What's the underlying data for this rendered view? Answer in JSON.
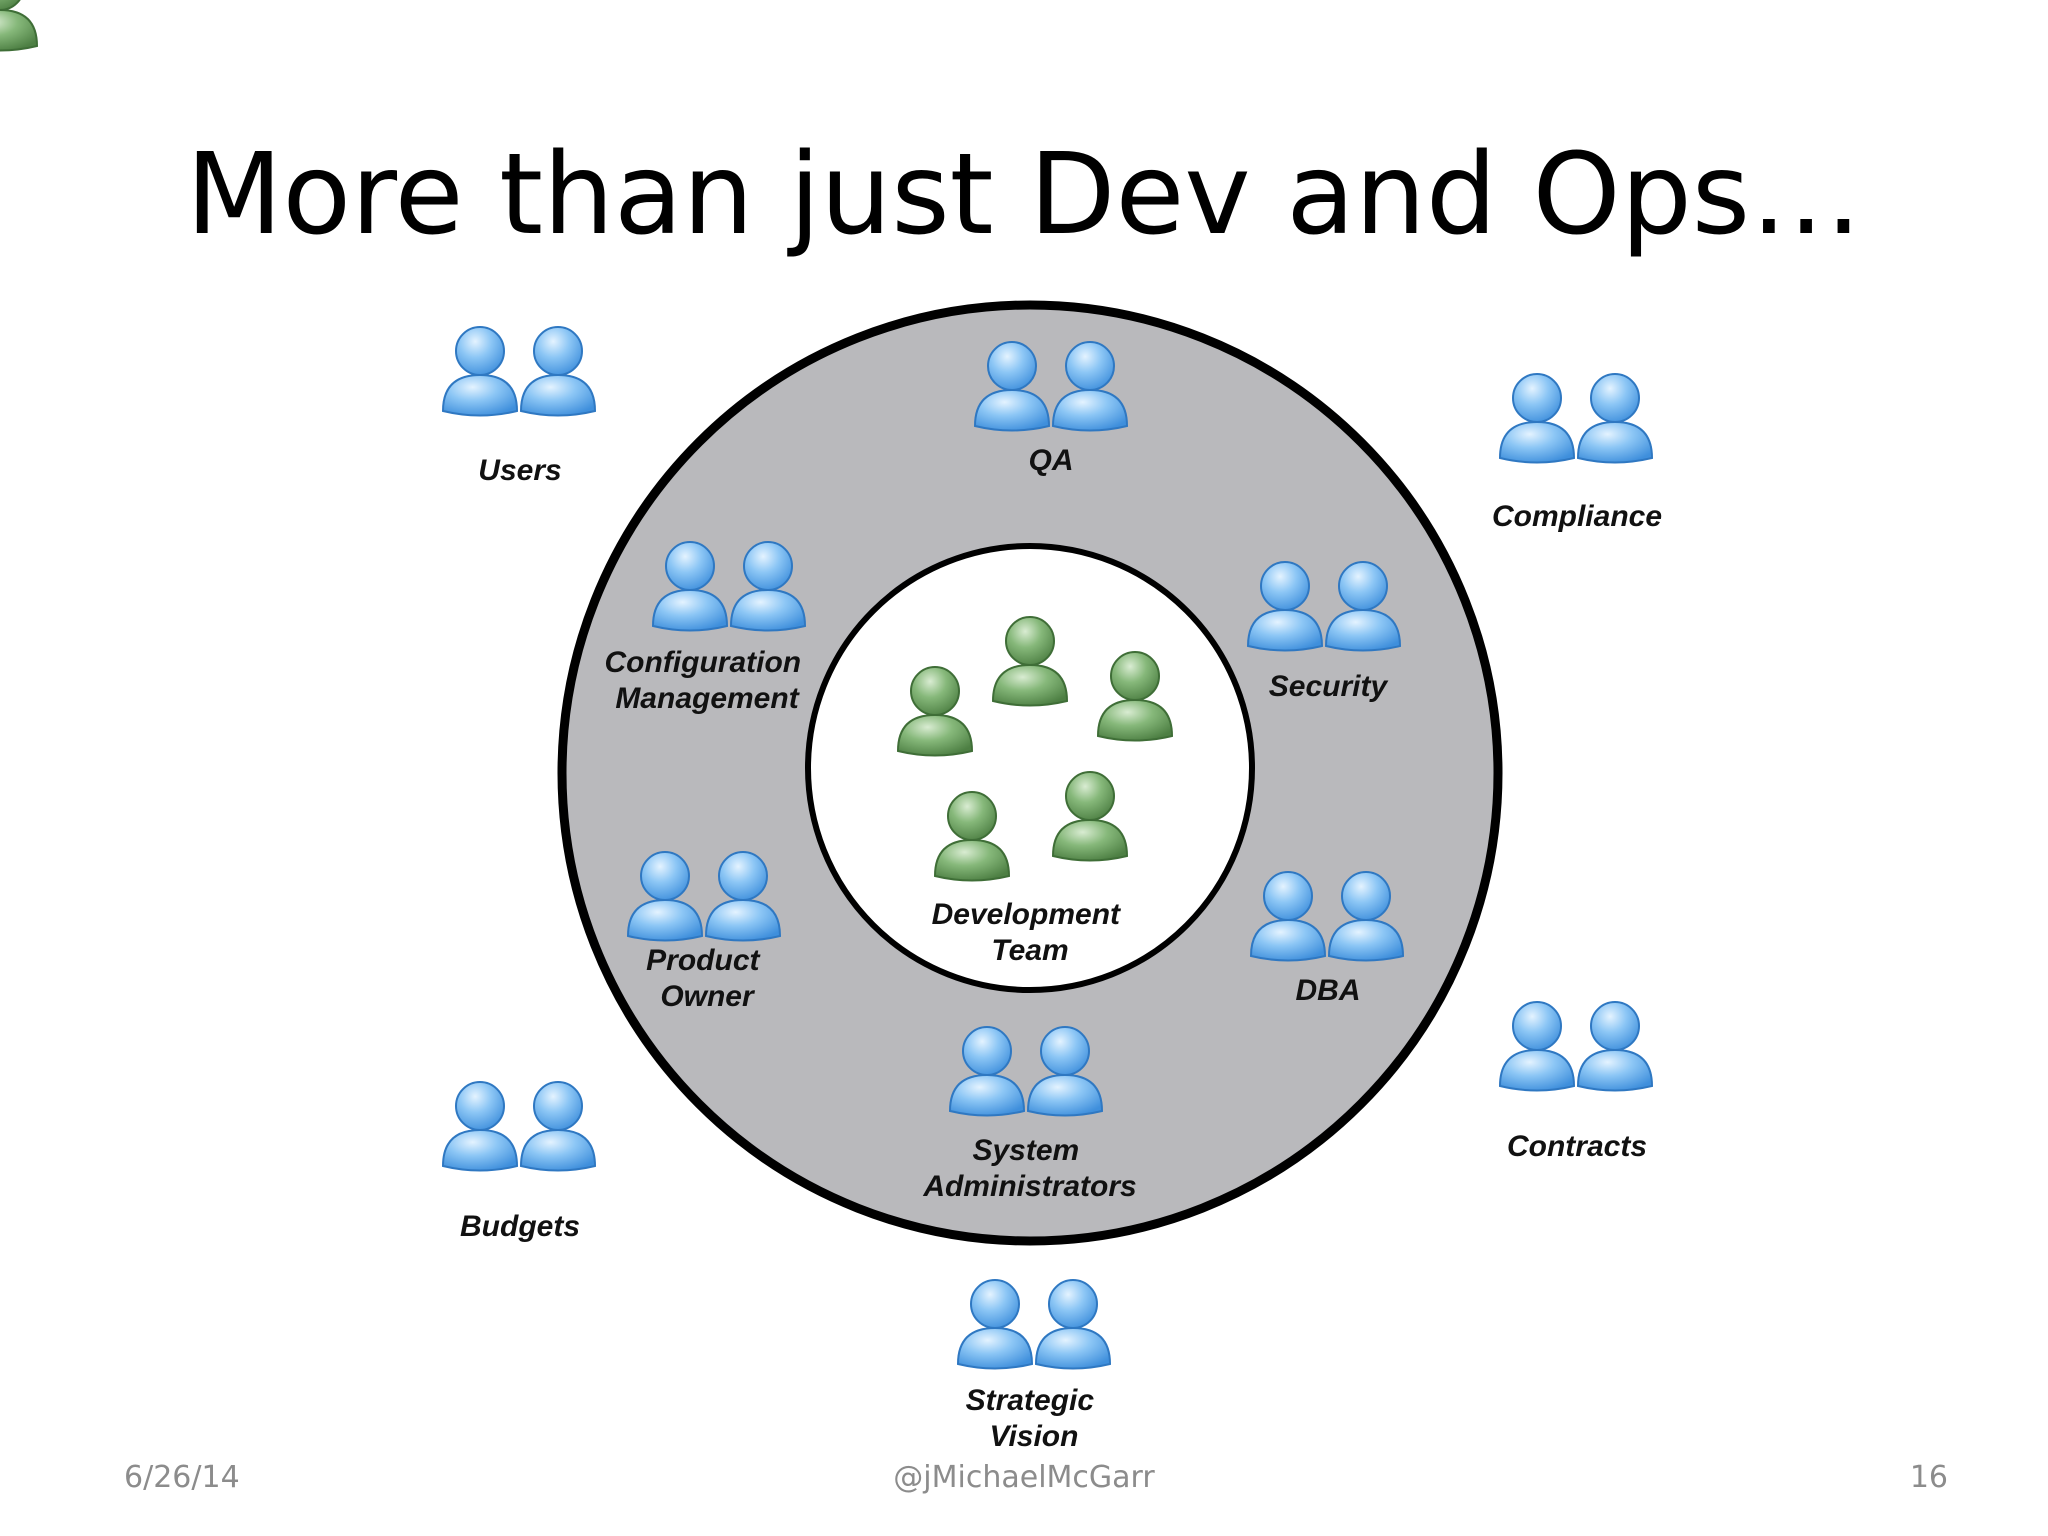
{
  "slide": {
    "title": "More than just Dev and Ops…",
    "footer": {
      "date": "6/26/14",
      "author": "@jMichaelMcGarr",
      "page": "16"
    }
  },
  "diagram": {
    "colors": {
      "ring": "#b9b9bc",
      "ring_border": "#000000",
      "inner_circle": "#ffffff",
      "group_person": "#5aa6ea",
      "dev_person": "#5e9a52"
    },
    "icons": {
      "group": "two-person-icon",
      "dev": "person-icon"
    },
    "center": {
      "label_lines": [
        "Development",
        "Team"
      ]
    },
    "ring_groups": [
      {
        "id": "qa",
        "label_lines": [
          "QA"
        ]
      },
      {
        "id": "security",
        "label_lines": [
          "Security"
        ]
      },
      {
        "id": "dba",
        "label_lines": [
          "DBA"
        ]
      },
      {
        "id": "sysadmin",
        "label_lines": [
          "System",
          "Administrators"
        ]
      },
      {
        "id": "product-owner",
        "label_lines": [
          "Product",
          "Owner"
        ]
      },
      {
        "id": "config-mgmt",
        "label_lines": [
          "Configuration",
          "Management"
        ]
      }
    ],
    "outer_groups": [
      {
        "id": "users",
        "label_lines": [
          "Users"
        ]
      },
      {
        "id": "compliance",
        "label_lines": [
          "Compliance"
        ]
      },
      {
        "id": "contracts",
        "label_lines": [
          "Contracts"
        ]
      },
      {
        "id": "budgets",
        "label_lines": [
          "Budgets"
        ]
      },
      {
        "id": "strategic-vision",
        "label_lines": [
          "Strategic",
          "Vision"
        ]
      }
    ]
  }
}
